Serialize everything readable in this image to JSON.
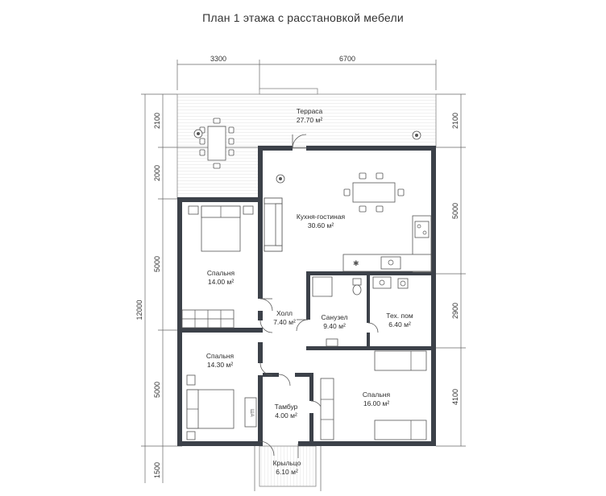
{
  "title": "План 1 этажа с расстановкой мебели",
  "dimensions": {
    "top": [
      "3300",
      "6700"
    ],
    "left_total": "12000",
    "left": [
      "2100",
      "2000",
      "5000",
      "5000",
      "1500"
    ],
    "right": [
      "2100",
      "5000",
      "2900",
      "4100"
    ]
  },
  "rooms": {
    "terrace": {
      "name": "Терраса",
      "area": "27.70 м²"
    },
    "kitchen": {
      "name": "Кухня-гостиная",
      "area": "30.60 м²"
    },
    "bedroom1": {
      "name": "Спальня",
      "area": "14.00 м²"
    },
    "hall": {
      "name": "Холл",
      "area": "7.40 м²"
    },
    "bathroom": {
      "name": "Санузел",
      "area": "9.40 м²"
    },
    "tech": {
      "name": "Тех. пом",
      "area": "6.40 м²"
    },
    "bedroom2": {
      "name": "Спальня",
      "area": "14.30 м²"
    },
    "vestibule": {
      "name": "Тамбур",
      "area": "4.00 м²"
    },
    "bedroom3": {
      "name": "Спальня",
      "area": "16.00 м²"
    },
    "porch": {
      "name": "Крыльцо",
      "area": "6.10 м²"
    }
  },
  "labels": {
    "bed_mark": "ША"
  }
}
